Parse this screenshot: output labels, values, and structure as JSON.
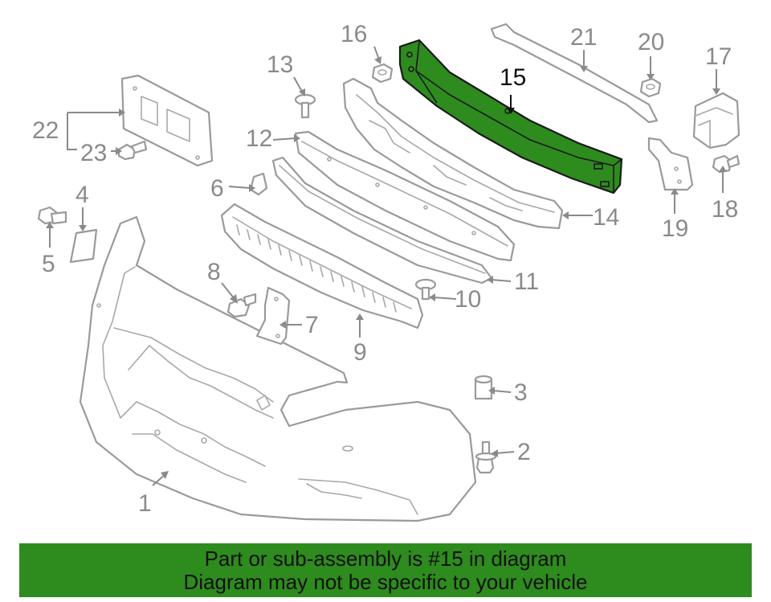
{
  "callouts": {
    "c1": "1",
    "c2": "2",
    "c3": "3",
    "c4": "4",
    "c5": "5",
    "c6": "6",
    "c7": "7",
    "c8": "8",
    "c9": "9",
    "c10": "10",
    "c11": "11",
    "c12": "12",
    "c13": "13",
    "c14": "14",
    "c15": "15",
    "c16": "16",
    "c17": "17",
    "c18": "18",
    "c19": "19",
    "c20": "20",
    "c21": "21",
    "c22": "22",
    "c23": "23"
  },
  "highlighted_part": "15",
  "colors": {
    "highlight": "#2e8b1e",
    "outline": "#9a9a9a",
    "banner": "#2e8b1e"
  },
  "banner": {
    "line1": "Part or sub-assembly is #15 in diagram",
    "line2": "Diagram may not be specific to your vehicle"
  }
}
